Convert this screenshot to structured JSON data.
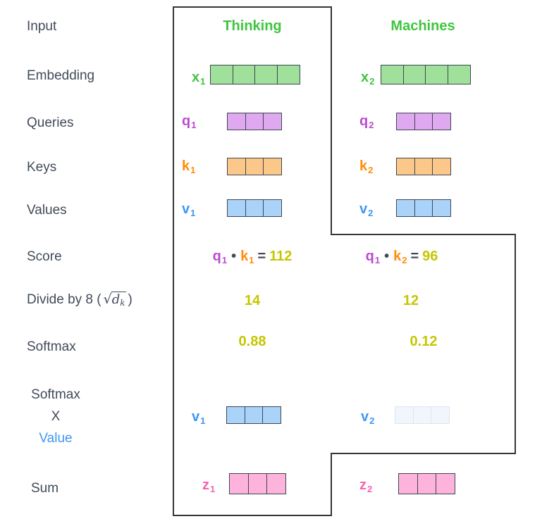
{
  "colors": {
    "text": "#414b5a",
    "outline": "#363636",
    "cell_border": "#3f4654",
    "green_label": "#3fc53f",
    "green_fill": "#9fe09a",
    "purple_label": "#bb4ad1",
    "purple_fill": "#dfa9ef",
    "orange_label": "#ff8d0a",
    "orange_fill": "#fcc88a",
    "blue_label": "#3f97f2",
    "blue_fill": "#a9d3f8",
    "pink_label": "#f763af",
    "pink_fill": "#fdb3dc",
    "olive": "#c6c600",
    "faded_fill": "#f1f6fd",
    "faded_border": "#dbe5f0"
  },
  "left_labels": {
    "input": "Input",
    "embedding": "Embedding",
    "queries": "Queries",
    "keys": "Keys",
    "values": "Values",
    "score": "Score",
    "divide_prefix": "Divide by 8 (",
    "divide_sqrt": "√",
    "divide_rad_base": "d",
    "divide_rad_sub": "k",
    "divide_suffix": ")",
    "softmax": "Softmax",
    "sv_line1": "Softmax",
    "sv_line2": "X",
    "sv_line3": "Value",
    "sum": "Sum"
  },
  "headers": {
    "col1": "Thinking",
    "col2": "Machines"
  },
  "vectors": {
    "x1": {
      "base": "x",
      "sub": "1",
      "cells": 4
    },
    "x2": {
      "base": "x",
      "sub": "2",
      "cells": 4
    },
    "q1": {
      "base": "q",
      "sub": "1",
      "cells": 3
    },
    "q2": {
      "base": "q",
      "sub": "2",
      "cells": 3
    },
    "k1": {
      "base": "k",
      "sub": "1",
      "cells": 3
    },
    "k2": {
      "base": "k",
      "sub": "2",
      "cells": 3
    },
    "v1": {
      "base": "v",
      "sub": "1",
      "cells": 3
    },
    "v2": {
      "base": "v",
      "sub": "2",
      "cells": 3
    },
    "v1_weighted": {
      "base": "v",
      "sub": "1",
      "cells": 3
    },
    "v2_weighted": {
      "base": "v",
      "sub": "2",
      "cells": 3
    },
    "z1": {
      "base": "z",
      "sub": "1",
      "cells": 3
    },
    "z2": {
      "base": "z",
      "sub": "2",
      "cells": 3
    }
  },
  "scores": {
    "col1": {
      "q_base": "q",
      "q_sub": "1",
      "dot": "•",
      "k_base": "k",
      "k_sub": "1",
      "eq": "=",
      "value": "112"
    },
    "col2": {
      "q_base": "q",
      "q_sub": "1",
      "dot": "•",
      "k_base": "k",
      "k_sub": "2",
      "eq": "=",
      "value": "96"
    }
  },
  "divide_values": {
    "col1": "14",
    "col2": "12"
  },
  "softmax_values": {
    "col1": "0.88",
    "col2": "0.12"
  }
}
